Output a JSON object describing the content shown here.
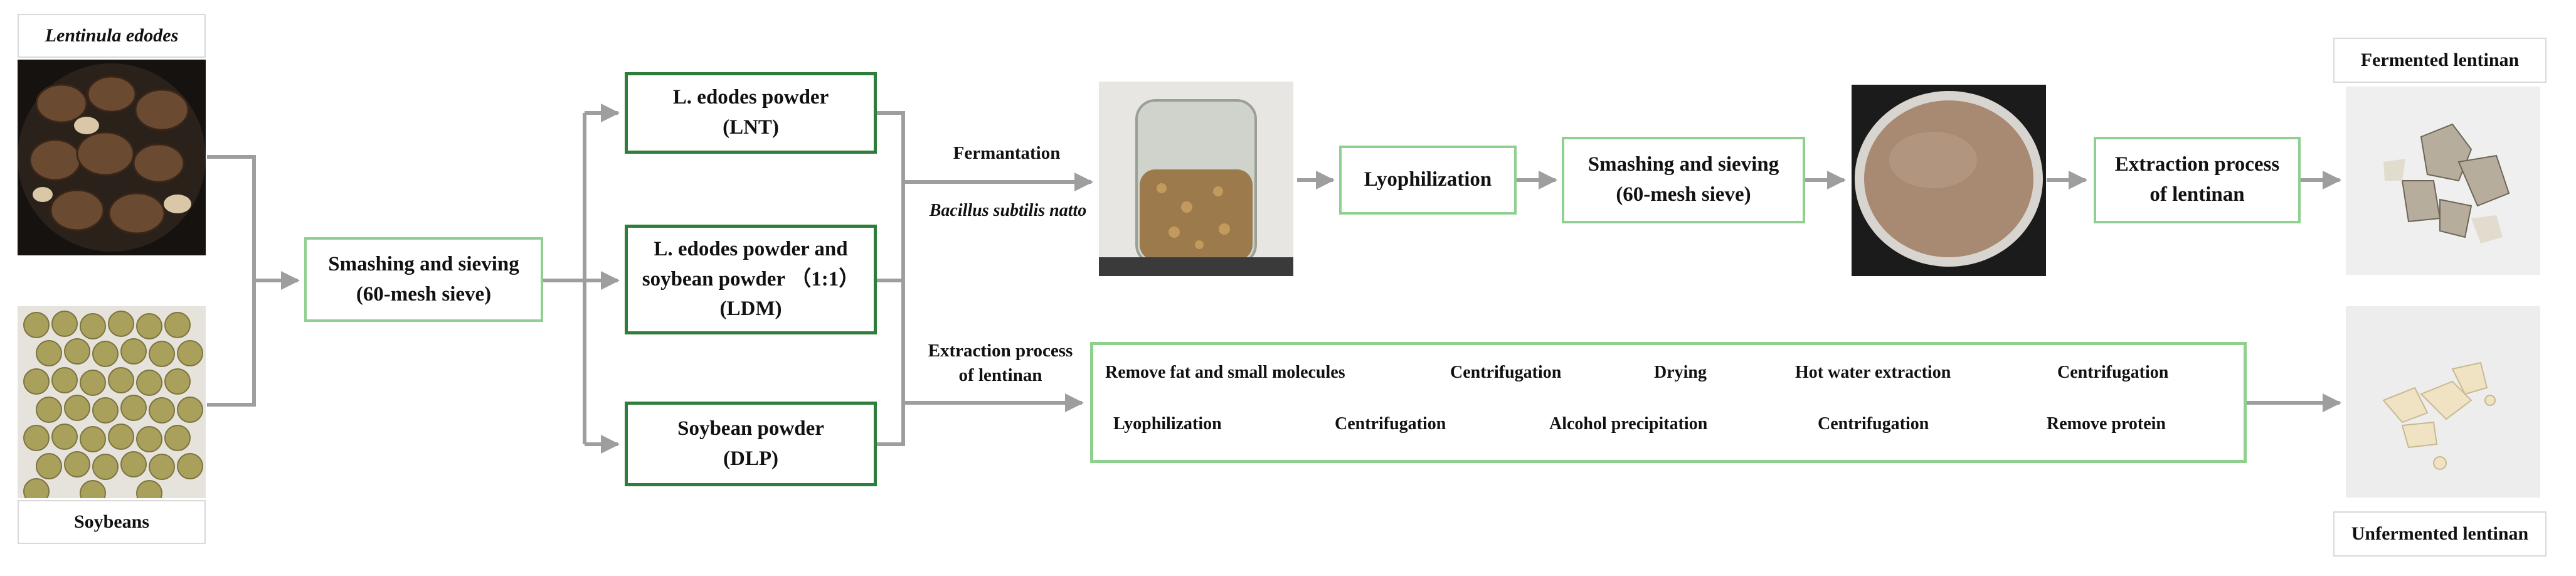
{
  "colors": {
    "light_border": "#8fd08f",
    "dark_border": "#2f7d3a",
    "arrow": "#9e9e9e"
  },
  "inputs": {
    "lentinula_label": "Lentinula edodes",
    "soybeans_label": "Soybeans"
  },
  "step_smash1": {
    "line1": "Smashing and sieving",
    "line2": "(60-mesh sieve)"
  },
  "powders": {
    "lnt": {
      "line1": "L. edodes powder",
      "line2": "(LNT)"
    },
    "ldm": {
      "line1": "L. edodes powder and",
      "line2": "soybean powder （1:1）",
      "line3": "(LDM)"
    },
    "dlp": {
      "line1": "Soybean powder",
      "line2": "(DLP)"
    }
  },
  "fermentation": {
    "label": "Fermantation",
    "organism": "Bacillus subtilis natto"
  },
  "extraction_branch": {
    "line1": "Extraction process",
    "line2": "of lentinan"
  },
  "top_chain": {
    "lyophilization": "Lyophilization",
    "smash2": {
      "line1": "Smashing and sieving",
      "line2": "(60-mesh sieve)"
    },
    "extraction": {
      "line1": "Extraction process",
      "line2": "of lentinan"
    }
  },
  "extraction_steps": {
    "row1": [
      "Remove fat and small molecules",
      "Centrifugation",
      "Drying",
      "Hot water extraction",
      "Centrifugation"
    ],
    "row2": [
      "Lyophilization",
      "Centrifugation",
      "Alcohol precipitation",
      "Centrifugation",
      "Remove protein"
    ]
  },
  "outputs": {
    "fermented": "Fermented  lentinan",
    "unfermented": "Unfermented  lentinan"
  },
  "icons": [
    "mushroom-photo",
    "soybean-photo",
    "fermentation-jar-photo",
    "powder-dish-photo",
    "fermented-lentinan-photo",
    "unfermented-lentinan-photo"
  ]
}
